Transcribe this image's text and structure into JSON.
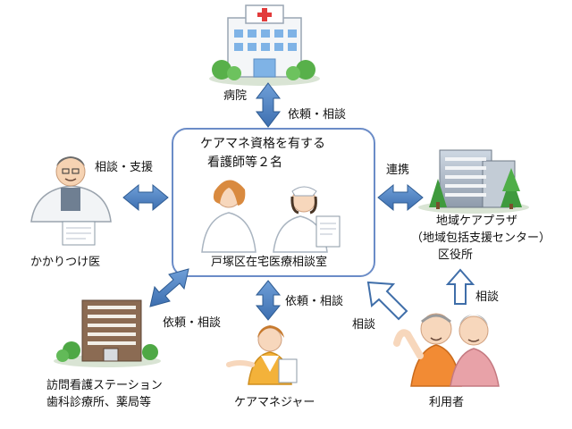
{
  "center": {
    "line1": "ケアマネ資格を有する",
    "line2": "看護師等２名",
    "office": "戸塚区在宅医療相談室"
  },
  "hospital": {
    "label": "病院",
    "relation": "依頼・相談"
  },
  "doctor": {
    "label": "かかりつけ医",
    "relation": "相談・支援"
  },
  "plaza": {
    "relation": "連携",
    "line1": "地域ケアプラザ",
    "line2": "（地域包括支援センター）",
    "line3": "区役所"
  },
  "station": {
    "relation": "依頼・相談",
    "line1": "訪問看護ステーション",
    "line2": "歯科診療所、薬局等"
  },
  "care_manager": {
    "label": "ケアマネジャー",
    "relation": "依頼・相談"
  },
  "users": {
    "label": "利用者",
    "relation_center": "相談",
    "relation_plaza": "相談"
  },
  "colors": {
    "arrow": "#4f81bd",
    "arrow_dark": "#2e5b92",
    "box_border": "#6b8cc7",
    "outline_arrow": "#3f6ea9"
  }
}
